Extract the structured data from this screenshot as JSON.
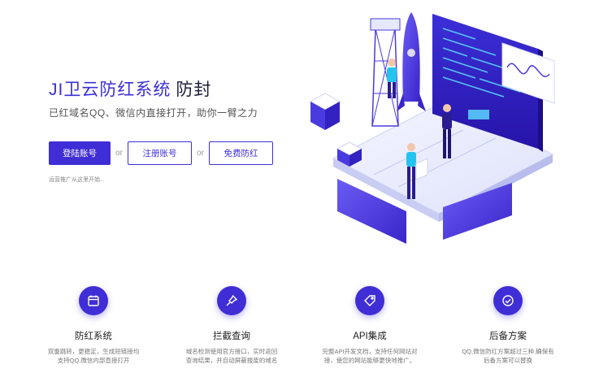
{
  "hero": {
    "title_main": "JI卫云防红系统",
    "title_sub": "防封",
    "slogan": "已红域名QQ、微信内直接打开，助你一臂之力",
    "buttons": {
      "login": "登陆账号",
      "register": "注册账号",
      "free": "免费防红"
    },
    "or_text": "or",
    "hint": "运营推广从这里开始..."
  },
  "colors": {
    "primary": "#3f2ed6",
    "title": "#3b2fd6"
  },
  "features": [
    {
      "icon": "calendar-icon",
      "title": "防红系统",
      "desc": "双重跳转，更稳定，生成短链接均支持QQ,微信内部直接打开"
    },
    {
      "icon": "pin-icon",
      "title": "拦截查询",
      "desc": "域名检测使用官方接口，实时返回查询结果，并自动屏蔽报废的域名"
    },
    {
      "icon": "tag-icon",
      "title": "API集成",
      "desc": "完整API开发文档，支持任何网站对接，使您的网站能够更快地推广。"
    },
    {
      "icon": "check-circle-icon",
      "title": "后备方案",
      "desc": "QQ,微信防红方案超过三种,确保有后备方案可以替换"
    }
  ]
}
